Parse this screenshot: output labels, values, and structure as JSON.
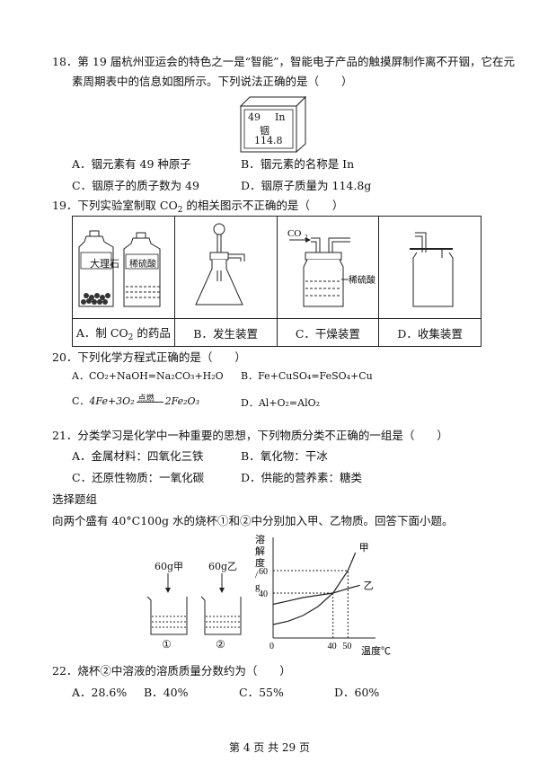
{
  "q18": {
    "line1": "18．第 19 届杭州亚运会的特色之一是“智能”，智能电子产品的触摸屏制作离不开铟，它在元",
    "line2": "素周期表中的信息如图所示。下列说法正确的是（　　）",
    "element": {
      "number": "49",
      "symbol": "In",
      "name": "铟",
      "mass": "114.8"
    },
    "options": [
      {
        "letter": "A．",
        "text": "铟元素有 49 种原子"
      },
      {
        "letter": "B．",
        "text": "铟元素的名称是 In"
      },
      {
        "letter": "C．",
        "text": "铟原子的质子数为 49"
      },
      {
        "letter": "D．",
        "text": "铟原子质量为 114.8g"
      }
    ]
  },
  "q19": {
    "stem_pre": "19．下列实验室制取 CO",
    "stem_sub": "2",
    "stem_post": " 的相关图示不正确的是（　　）",
    "captions": [
      {
        "letter": "A．",
        "pre": "制 CO",
        "sub": "2",
        "post": " 的药品"
      },
      {
        "letter": "B．",
        "pre": "发生装置",
        "sub": "",
        "post": ""
      },
      {
        "letter": "C．",
        "pre": "干燥装置",
        "sub": "",
        "post": ""
      },
      {
        "letter": "D．",
        "pre": "收集装置",
        "sub": "",
        "post": ""
      }
    ],
    "labels": {
      "marble": "大理石",
      "acid": "稀硫酸",
      "co2": "CO",
      "co2_sub": "2",
      "acid2": "稀硫酸"
    }
  },
  "q20": {
    "stem": "20．下列化学方程式正确的是（　　）",
    "options": [
      {
        "letter": "A．",
        "text": "CO₂+NaOH=Na₂CO₃+H₂O"
      },
      {
        "letter": "B．",
        "text": "Fe+CuSO₄=FeSO₄+Cu"
      },
      {
        "letter": "C．",
        "pre": "4Fe+3O₂",
        "cond": "点燃",
        "post": "2Fe₂O₃"
      },
      {
        "letter": "D．",
        "text": "Al+O₂=AlO₂"
      }
    ]
  },
  "q21": {
    "stem": "21．分类学习是化学中一种重要的思想，下列物质分类不正确的一组是（　　）",
    "options": [
      {
        "letter": "A．",
        "text": "金属材料：四氧化三铁"
      },
      {
        "letter": "B．",
        "text": "氧化物：干冰"
      },
      {
        "letter": "C．",
        "text": "还原性物质：一氧化碳"
      },
      {
        "letter": "D．",
        "text": "供能的营养素：糖类"
      }
    ]
  },
  "group": {
    "title": "选择题组",
    "intro": "向两个盛有 40°C100g 水的烧杯①和②中分别加入甲、乙物质。回答下面小题。",
    "beaker1_label": "60g甲",
    "beaker2_label": "60g乙",
    "beaker1_num": "①",
    "beaker2_num": "②"
  },
  "chart_data": {
    "type": "line",
    "ylabel": "溶解度/g",
    "xlabel": "温度℃",
    "yticks": [
      "60",
      "40"
    ],
    "xticks": [
      "0",
      "40",
      "50"
    ],
    "origin": "0",
    "series": [
      {
        "name": "甲",
        "x": [
          0,
          10,
          20,
          30,
          40,
          45,
          50,
          55
        ],
        "y": [
          12,
          15,
          20,
          28,
          40,
          50,
          60,
          76
        ]
      },
      {
        "name": "乙",
        "x": [
          0,
          10,
          20,
          30,
          40,
          50,
          58
        ],
        "y": [
          30,
          33,
          36,
          38,
          40,
          44,
          47
        ]
      }
    ],
    "xlim": [
      0,
      60
    ],
    "ylim": [
      0,
      80
    ]
  },
  "q22": {
    "stem": "22．烧杯②中溶液的溶质质量分数约为（　　）",
    "options": [
      {
        "letter": "A．",
        "text": "28.6%"
      },
      {
        "letter": "B．",
        "text": "40%"
      },
      {
        "letter": "C．",
        "text": "55%"
      },
      {
        "letter": "D．",
        "text": "60%"
      }
    ]
  },
  "footer": "第 4 页 共 29 页"
}
